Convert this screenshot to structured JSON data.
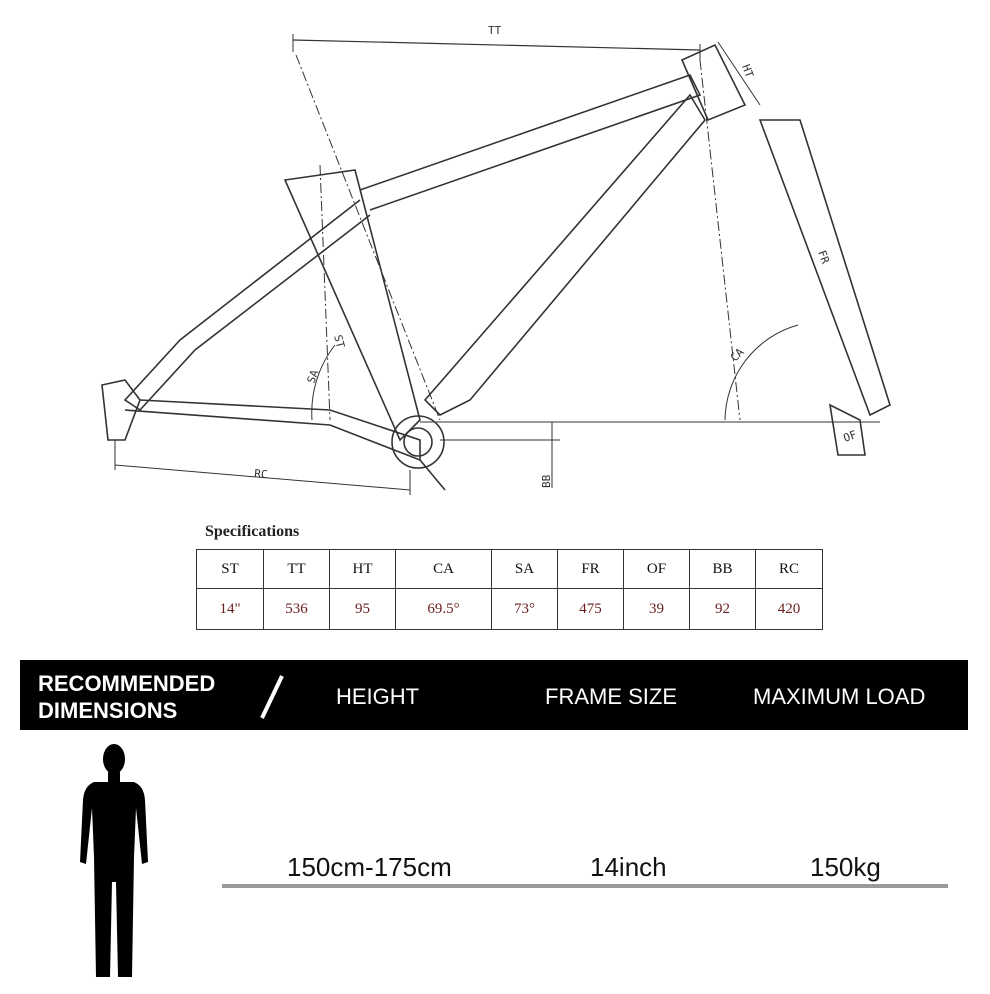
{
  "diagram": {
    "labels": {
      "tt": "TT",
      "ht": "HT",
      "fr": "FR",
      "st": "ST",
      "sa": "SA",
      "ca": "CA",
      "rc": "RC",
      "bb": "BB",
      "of": "OF"
    }
  },
  "specifications": {
    "title": "Specifications",
    "headers": [
      "ST",
      "TT",
      "HT",
      "CA",
      "SA",
      "FR",
      "OF",
      "BB",
      "RC"
    ],
    "values": [
      "14\"",
      "536",
      "95",
      "69.5°",
      "73°",
      "475",
      "39",
      "92",
      "420"
    ]
  },
  "banner": {
    "title_line1": "RECOMMENDED",
    "title_line2": "DIMENSIONS",
    "separator": "/",
    "col_height": "HEIGHT",
    "col_frame_size": "FRAME SIZE",
    "col_max_load": "MAXIMUM LOAD"
  },
  "recommendation": {
    "height": "150cm-175cm",
    "frame_size": "14inch",
    "max_load": "150kg"
  },
  "icons": {
    "person": "person-silhouette-icon"
  }
}
